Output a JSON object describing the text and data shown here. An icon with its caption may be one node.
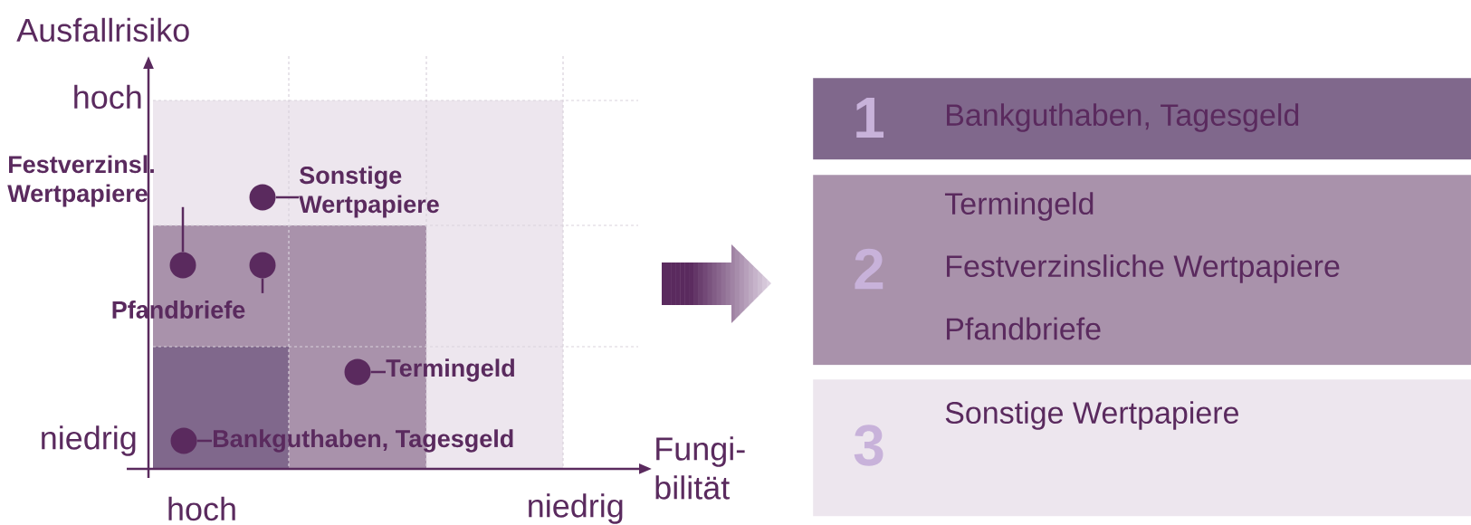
{
  "diagram": {
    "nodes": [
      {
        "text": [
          "Festverzinsl. Wertpapiere"
        ]
      },
      {
        "text": [
          "Sonstige Wertpapiere"
        ]
      },
      {
        "text": [],
        "shape": "circle"
      },
      {
        "text": [],
        "shape": "circle"
      },
      {
        "text": [],
        "shape": "circle"
      },
      {
        "text": [
          "Pfandbriefe"
        ]
      },
      {
        "text": [],
        "shape": "circle"
      },
      {
        "text": [
          "Termingeld"
        ]
      },
      {
        "text": [],
        "shape": "circle"
      },
      {
        "text": [
          "Bankguthaben, Tagesgeld"
        ]
      },
      {
        "text": [
          "1",
          "Bankguthaben, Tagesgeld"
        ]
      },
      {
        "text": [
          "2",
          "Termingeld",
          "Festverzinsliche Wertpapiere",
          "Pfandbriefe"
        ]
      },
      {
        "text": [
          "3",
          "Sonstige Wertpapiere"
        ]
      }
    ],
    "edges": [
      {
        "from": 1,
        "to": 2,
        "arrow": "none"
      },
      {
        "from": 0,
        "to": 3,
        "arrow": "none"
      },
      {
        "from": 5,
        "to": 4,
        "arrow": "none"
      },
      {
        "from": 7,
        "to": 6,
        "arrow": "none"
      },
      {
        "from": 9,
        "to": 8,
        "arrow": "none"
      }
    ],
    "labels": [
      "Ausfallrisiko",
      "hoch",
      "niedrig",
      "hoch",
      "niedrig",
      "Fungi- bilität"
    ]
  }
}
